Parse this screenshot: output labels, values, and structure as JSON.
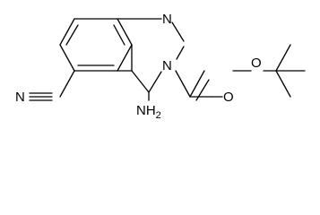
{
  "molecule": {
    "atoms": {
      "n1": "N",
      "n3": "N",
      "cn_n": "N",
      "o_carbonyl": "O",
      "o_ether": "O",
      "amine": "NH",
      "amine_sub": "2"
    },
    "colors": {
      "bond": "#000000",
      "text": "#000000",
      "background": "#ffffff"
    }
  }
}
